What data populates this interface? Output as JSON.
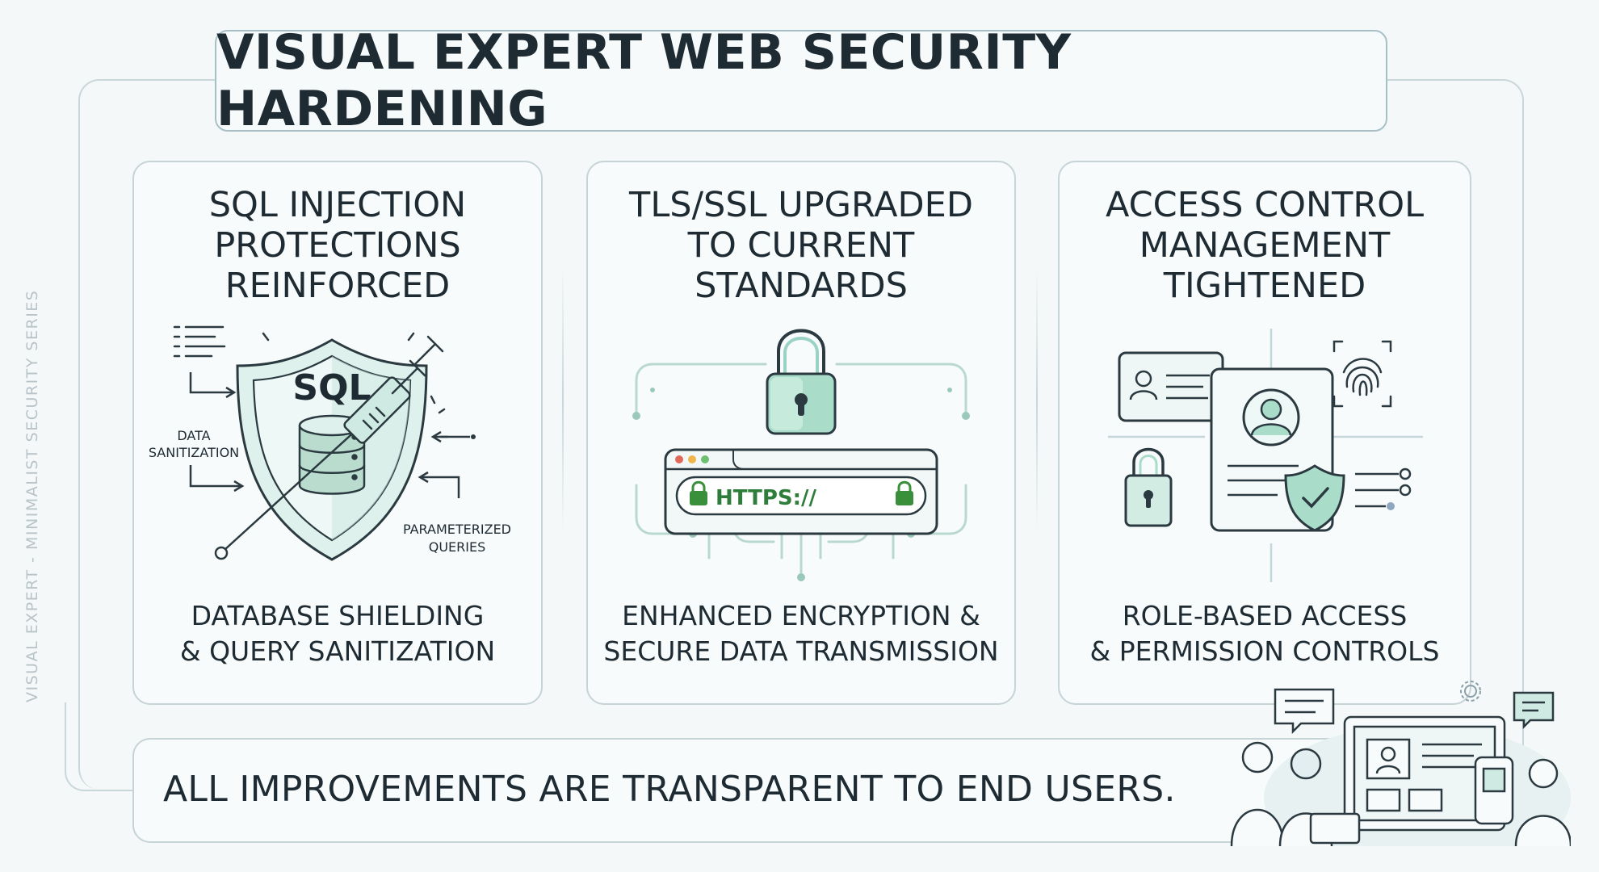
{
  "title": "VISUAL EXPERT WEB SECURITY HARDENING",
  "side_label": "VISUAL EXPERT - MINIMALIST SECURITY SERIES",
  "cards": [
    {
      "title": "SQL INJECTION\nPROTECTIONS\nREINFORCED",
      "caption": "DATABASE SHIELDING\n& QUERY SANITIZATION",
      "labels": {
        "sql": "SQL",
        "data": "DATA",
        "sanitization": "SANITIZATION",
        "parameterized": "PARAMETERIZED",
        "queries": "QUERIES"
      }
    },
    {
      "title": "TLS/SSL UPGRADED\nTO CURRENT\nSTANDARDS",
      "caption": "ENHANCED ENCRYPTION &\nSECURE DATA TRANSMISSION",
      "labels": {
        "https": "HTTPS://"
      }
    },
    {
      "title": "ACCESS CONTROL\nMANAGEMENT\nTIGHTENED",
      "caption": "ROLE-BASED ACCESS\n& PERMISSION CONTROLS",
      "labels": {}
    }
  ],
  "footer": "ALL IMPROVEMENTS ARE TRANSPARENT TO END USERS.",
  "colors": {
    "accent_green": "#7cc4a0",
    "accent_teal": "#9dd6cf",
    "line": "#2b3a40",
    "frame": "#c9d6da",
    "https_green": "#3a8f3a"
  },
  "icons": [
    "shield-icon",
    "database-icon",
    "syringe-icon",
    "padlock-icon",
    "browser-window-icon",
    "id-card-icon",
    "fingerprint-icon",
    "user-profile-icon",
    "check-shield-icon",
    "sliders-icon",
    "people-icon",
    "laptop-icon",
    "chat-bubble-icon",
    "gear-icon",
    "phone-icon"
  ]
}
